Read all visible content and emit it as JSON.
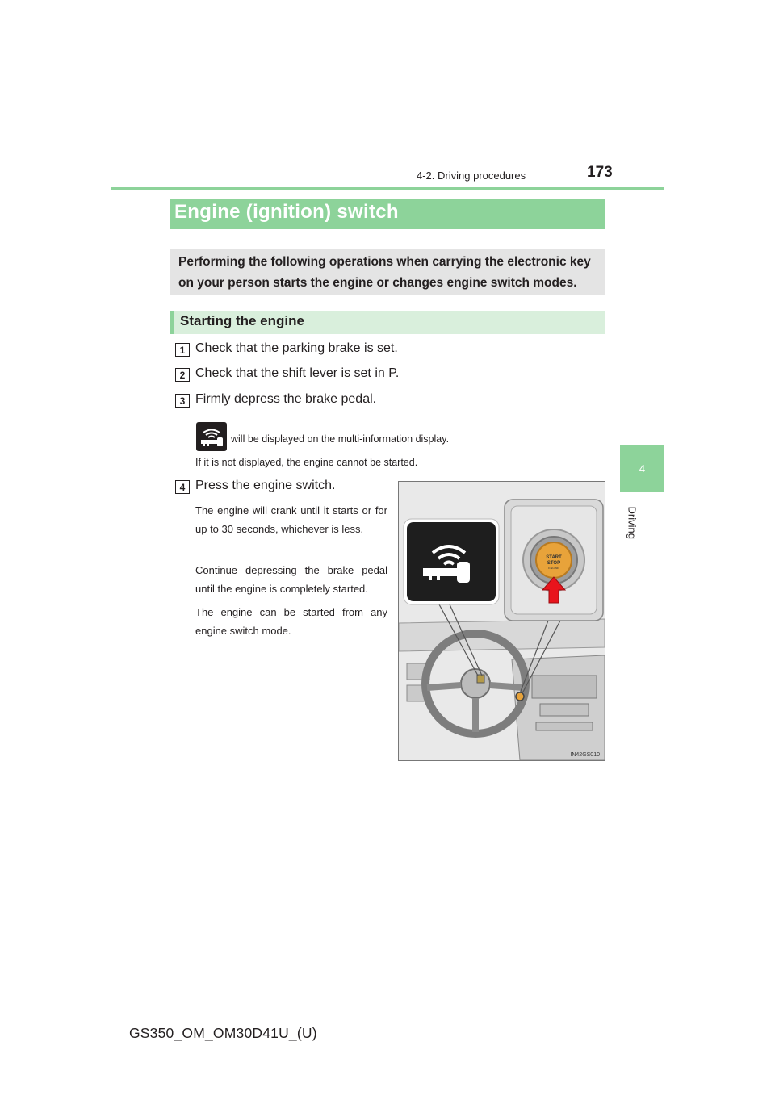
{
  "header": {
    "section": "4-2. Driving procedures",
    "page_number": "173"
  },
  "chapter_tab": {
    "number": "4",
    "label": "Driving"
  },
  "title": "Engine (ignition) switch",
  "intro": "Performing the following operations when carrying the electronic key on your person starts the engine or changes engine switch modes.",
  "subsection": "Starting the engine",
  "steps": [
    {
      "number": "1",
      "text": "Check that the parking brake is set."
    },
    {
      "number": "2",
      "text": "Check that the shift lever is set in P."
    },
    {
      "number": "3",
      "text": "Firmly depress the brake pedal."
    },
    {
      "number": "4",
      "text": "Press the engine switch."
    }
  ],
  "step3_notes": {
    "icon": "electronic-key-indicator-icon",
    "displayed": "will be displayed on the multi-information display.",
    "not_displayed": "If it is not displayed, the engine cannot be started."
  },
  "step4_paragraphs": [
    "The engine will crank until it starts or for up to 30 seconds, whichever is less.",
    "Continue depressing the brake pedal until the engine is completely started.",
    "The engine can be started from any engine switch mode."
  ],
  "figure": {
    "button_line1": "START",
    "button_line2": "STOP",
    "button_line3": "ENGINE",
    "code": "IN42GS010"
  },
  "footer": {
    "code": "GS350_OM_OM30D41U_(U)"
  },
  "colors": {
    "accent_green": "#8dd39a",
    "sub_band": "#d9efdc",
    "intro_gray": "#e4e4e4",
    "arrow_red": "#e8141c",
    "button_orange": "#e8a33a"
  }
}
